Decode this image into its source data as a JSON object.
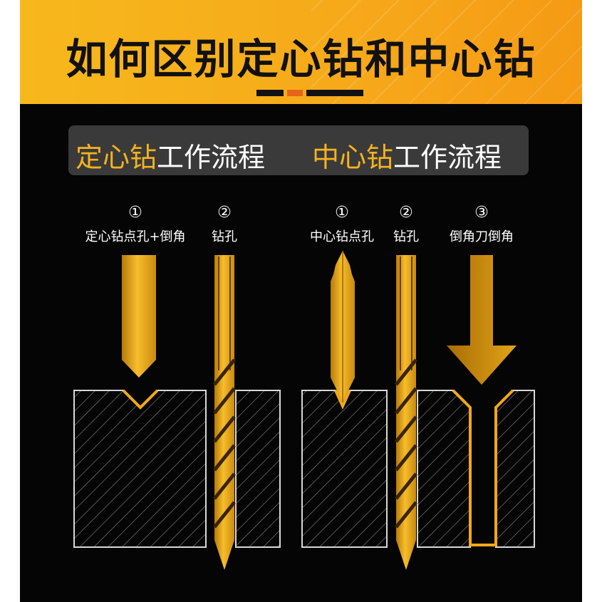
{
  "title": "如何区别定心钻和中心钻",
  "subtitle": {
    "left_highlight": "定心钻",
    "left_rest": "工作流程",
    "right_highlight": "中心钻",
    "right_rest": "工作流程"
  },
  "steps": {
    "a1": {
      "num": "①",
      "label": "定心钻点孔+倒角"
    },
    "a2": {
      "num": "②",
      "label": "钻孔"
    },
    "b1": {
      "num": "①",
      "label": "中心钻点孔"
    },
    "b2": {
      "num": "②",
      "label": "钻孔"
    },
    "b3": {
      "num": "③",
      "label": "倒角刀倒角"
    }
  },
  "colors": {
    "banner": "#f6ac1a",
    "accent": "#f6b21f",
    "tool_gold": "#f0a818",
    "background": "#050505",
    "panel": "#3a3a3a"
  }
}
